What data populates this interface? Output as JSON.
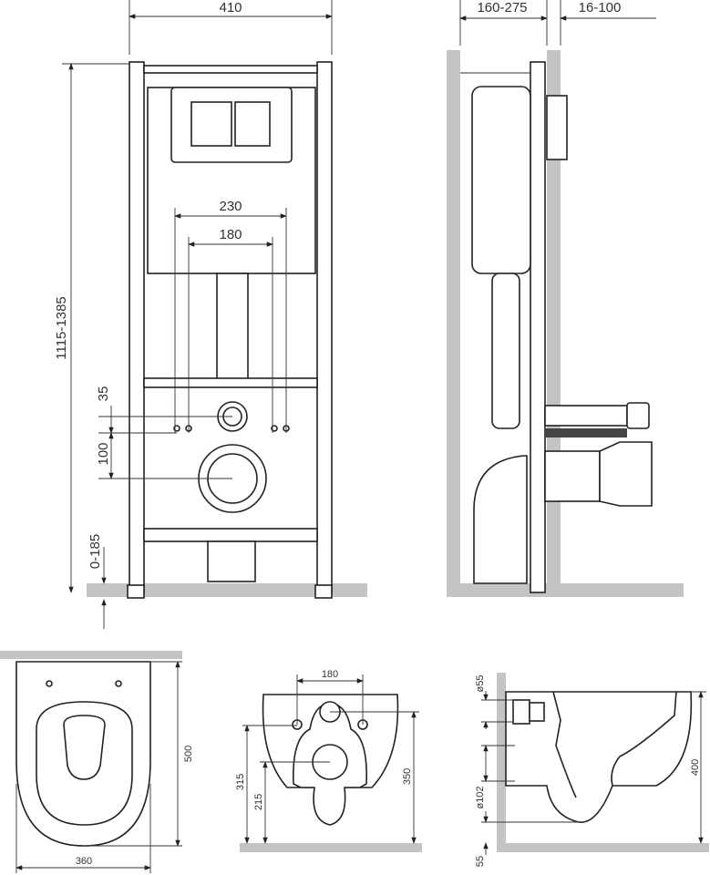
{
  "front_view": {
    "width_label": "410",
    "outer_spacing_label": "230",
    "inner_spacing_label": "180",
    "height_label": "1115-1385",
    "dim_35_label": "35",
    "dim_100_label": "100",
    "foot_label": "0-185"
  },
  "side_view": {
    "depth_label": "160-275",
    "wall_label": "16-100"
  },
  "seat_top_view": {
    "length_label": "500",
    "width_label": "360"
  },
  "bowl_rear_view": {
    "spacing_label": "180",
    "height_315_label": "315",
    "height_215_label": "215",
    "height_350_label": "350"
  },
  "bowl_side_view": {
    "inlet_label": "ø55",
    "outlet_label": "ø102",
    "bottom_label": "55",
    "height_label": "400"
  },
  "colors": {
    "line": "#222222",
    "ground": "#c4c4c4"
  }
}
